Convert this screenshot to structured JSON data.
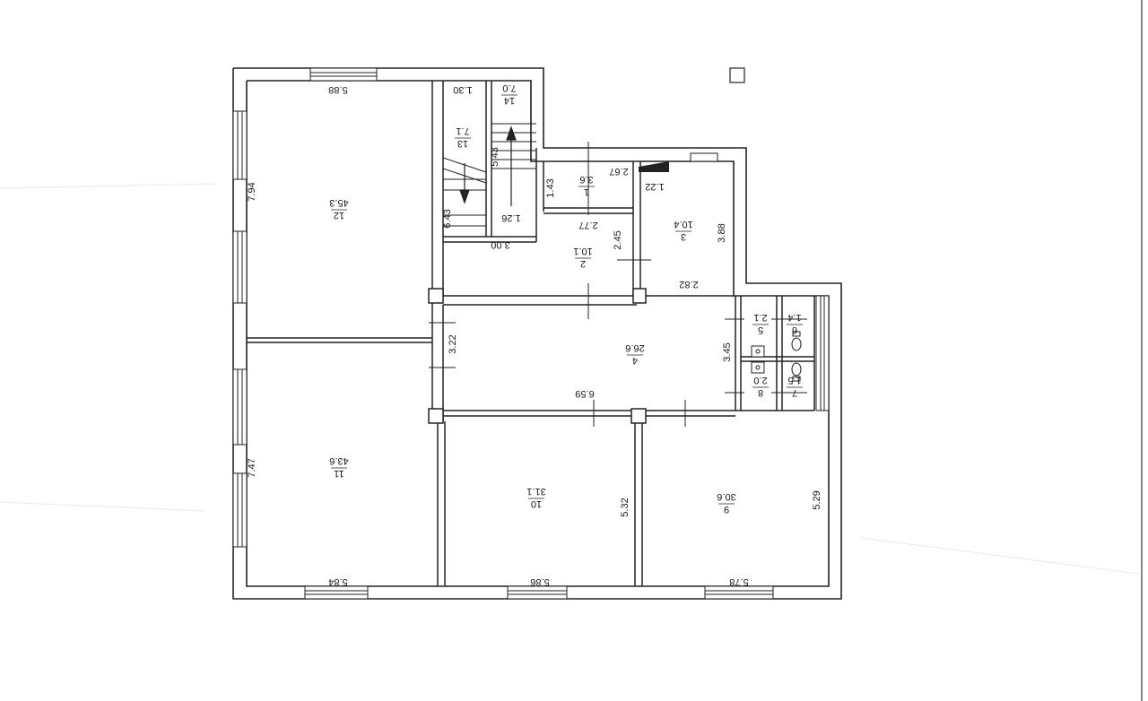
{
  "rooms": [
    {
      "id": "12",
      "area": "45.3"
    },
    {
      "id": "11",
      "area": "43.6"
    },
    {
      "id": "10",
      "area": "31.1"
    },
    {
      "id": "9",
      "area": "30.6"
    },
    {
      "id": "4",
      "area": "26.6"
    },
    {
      "id": "2",
      "area": "10.1"
    },
    {
      "id": "3",
      "area": "10.4"
    },
    {
      "id": "1",
      "area": "3.6"
    },
    {
      "id": "13",
      "area": "7.1"
    },
    {
      "id": "14",
      "area": "7.0"
    },
    {
      "id": "5",
      "area": "2.1"
    },
    {
      "id": "6",
      "area": "1.4"
    },
    {
      "id": "7",
      "area": "1.5"
    },
    {
      "id": "8",
      "area": "2.0"
    }
  ],
  "dimensions": [
    "5.88",
    "7.94",
    "7.47",
    "5.84",
    "1.30",
    "6.43",
    "1.26",
    "5.43",
    "3.00",
    "2.67",
    "1.43",
    "2.77",
    "2.45",
    "1.22",
    "3.88",
    "2.82",
    "3.22",
    "3.45",
    "6.59",
    "5.32",
    "5.86",
    "5.29",
    "5.78"
  ]
}
